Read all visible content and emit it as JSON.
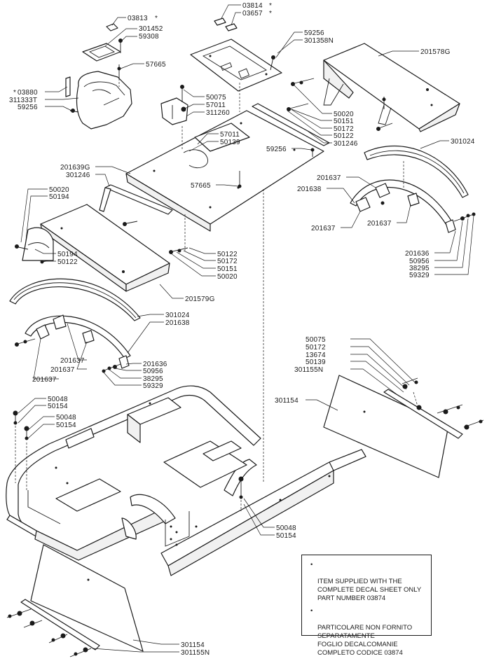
{
  "labels": {
    "t03813": "03813",
    "t301452": "301452",
    "t59308": "59308",
    "t57665a": "57665",
    "t03880": "03880",
    "t311333T": "311333T",
    "t59256a": "59256",
    "t03814": "03814",
    "t03657": "03657",
    "t59256b": "59256",
    "t301358N": "301358N",
    "t201578G": "201578G",
    "t50075a": "50075",
    "t57011a": "57011",
    "t311260": "311260",
    "t50020a": "50020",
    "t50151a": "50151",
    "t50172a": "50172",
    "t50122a": "50122",
    "t301246a": "301246",
    "t57011b": "57011",
    "t50139a": "50139",
    "t59256c": "59256",
    "t301024a": "301024",
    "t201639G": "201639G",
    "t301246b": "301246",
    "t57665b": "57665",
    "t201637a": "201637",
    "t201638a": "201638",
    "t201637b": "201637",
    "t201637c": "201637",
    "t50020b": "50020",
    "t50194a": "50194",
    "t50194b": "50194",
    "t50122b": "50122",
    "t50122c": "50122",
    "t50172b": "50172",
    "t50151b": "50151",
    "t50020c": "50020",
    "t201636a": "201636",
    "t50956a": "50956",
    "t38295a": "38295",
    "t59329a": "59329",
    "t201579G": "201579G",
    "t301024b": "301024",
    "t201638b": "201638",
    "t201637d": "201637",
    "t201637e": "201637",
    "t201637f": "201637",
    "t201636b": "201636",
    "t50956b": "50956",
    "t38295b": "38295",
    "t59329b": "59329",
    "t50075b": "50075",
    "t50172c": "50172",
    "t13674": "13674",
    "t50139b": "50139",
    "t301155Na": "301155N",
    "t301154a": "301154",
    "t50048a": "50048",
    "t50154a": "50154",
    "t50048b": "50048",
    "t50154b": "50154",
    "t50048c": "50048",
    "t50154c": "50154",
    "t301154b": "301154",
    "t301155Nb": "301155N"
  },
  "star_marker": "*",
  "notes": [
    {
      "bullet": "•",
      "text": "ITEM SUPPLIED WITH THE\nCOMPLETE DECAL SHEET ONLY\nPART NUMBER 03874"
    },
    {
      "bullet": "•",
      "text": "PARTICOLARE NON FORNITO\nSEPARATAMENTE\nFOGLIO DECALCOMANIE\nCOMPLETO CODICE 03874"
    }
  ],
  "colors": {
    "line": "#1a1a1a",
    "background": "#ffffff"
  }
}
